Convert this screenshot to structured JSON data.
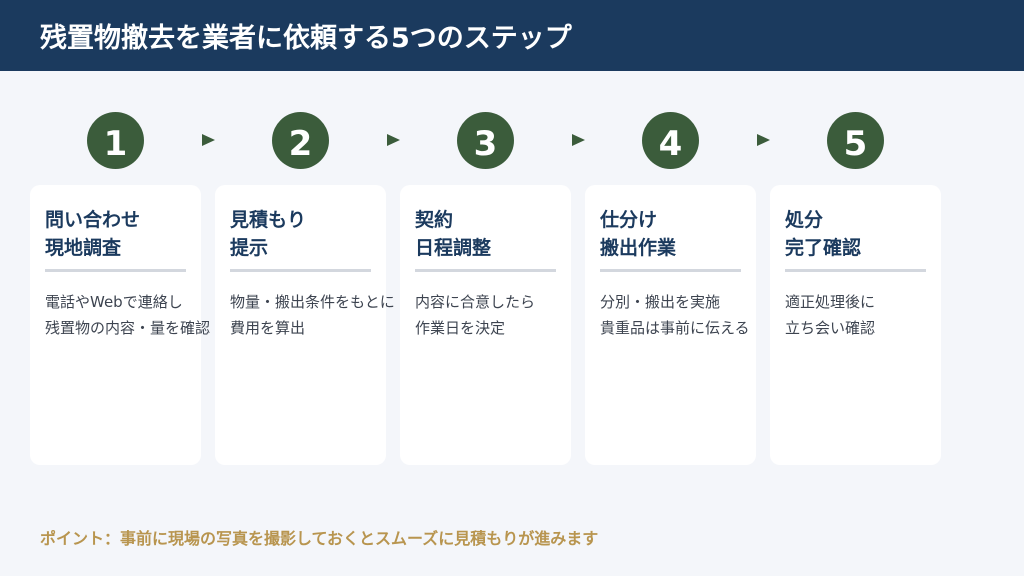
{
  "header": {
    "title": "残置物撤去を業者に依頼する5つのステップ"
  },
  "colors": {
    "header_bg": "#1b3a5e",
    "page_bg": "#f4f6fa",
    "step_circle": "#3b5c3b",
    "title_text": "#1b3a5e",
    "divider": "#d3d7de",
    "body_text": "#3d4450",
    "tip_text": "#b8954f"
  },
  "steps": [
    {
      "number": "1",
      "title_line1": "問い合わせ",
      "title_line2": "現地調査",
      "body_line1": "電話やWebで連絡し",
      "body_line2": "残置物の内容・量を確認"
    },
    {
      "number": "2",
      "title_line1": "見積もり",
      "title_line2": "提示",
      "body_line1": "物量・搬出条件をもとに",
      "body_line2": "費用を算出"
    },
    {
      "number": "3",
      "title_line1": "契約",
      "title_line2": "日程調整",
      "body_line1": "内容に合意したら",
      "body_line2": "作業日を決定"
    },
    {
      "number": "4",
      "title_line1": "仕分け",
      "title_line2": "搬出作業",
      "body_line1": "分別・搬出を実施",
      "body_line2": "貴重品は事前に伝える"
    },
    {
      "number": "5",
      "title_line1": "処分",
      "title_line2": "完了確認",
      "body_line1": "適正処理後に",
      "body_line2": "立ち会い確認"
    }
  ],
  "arrows": [
    {
      "icon": "arrow-right-icon"
    },
    {
      "icon": "arrow-right-icon"
    },
    {
      "icon": "arrow-right-icon"
    },
    {
      "icon": "arrow-right-icon"
    }
  ],
  "tip": {
    "text": "ポイント：事前に現場の写真を撮影しておくとスムーズに見積もりが進みます"
  }
}
